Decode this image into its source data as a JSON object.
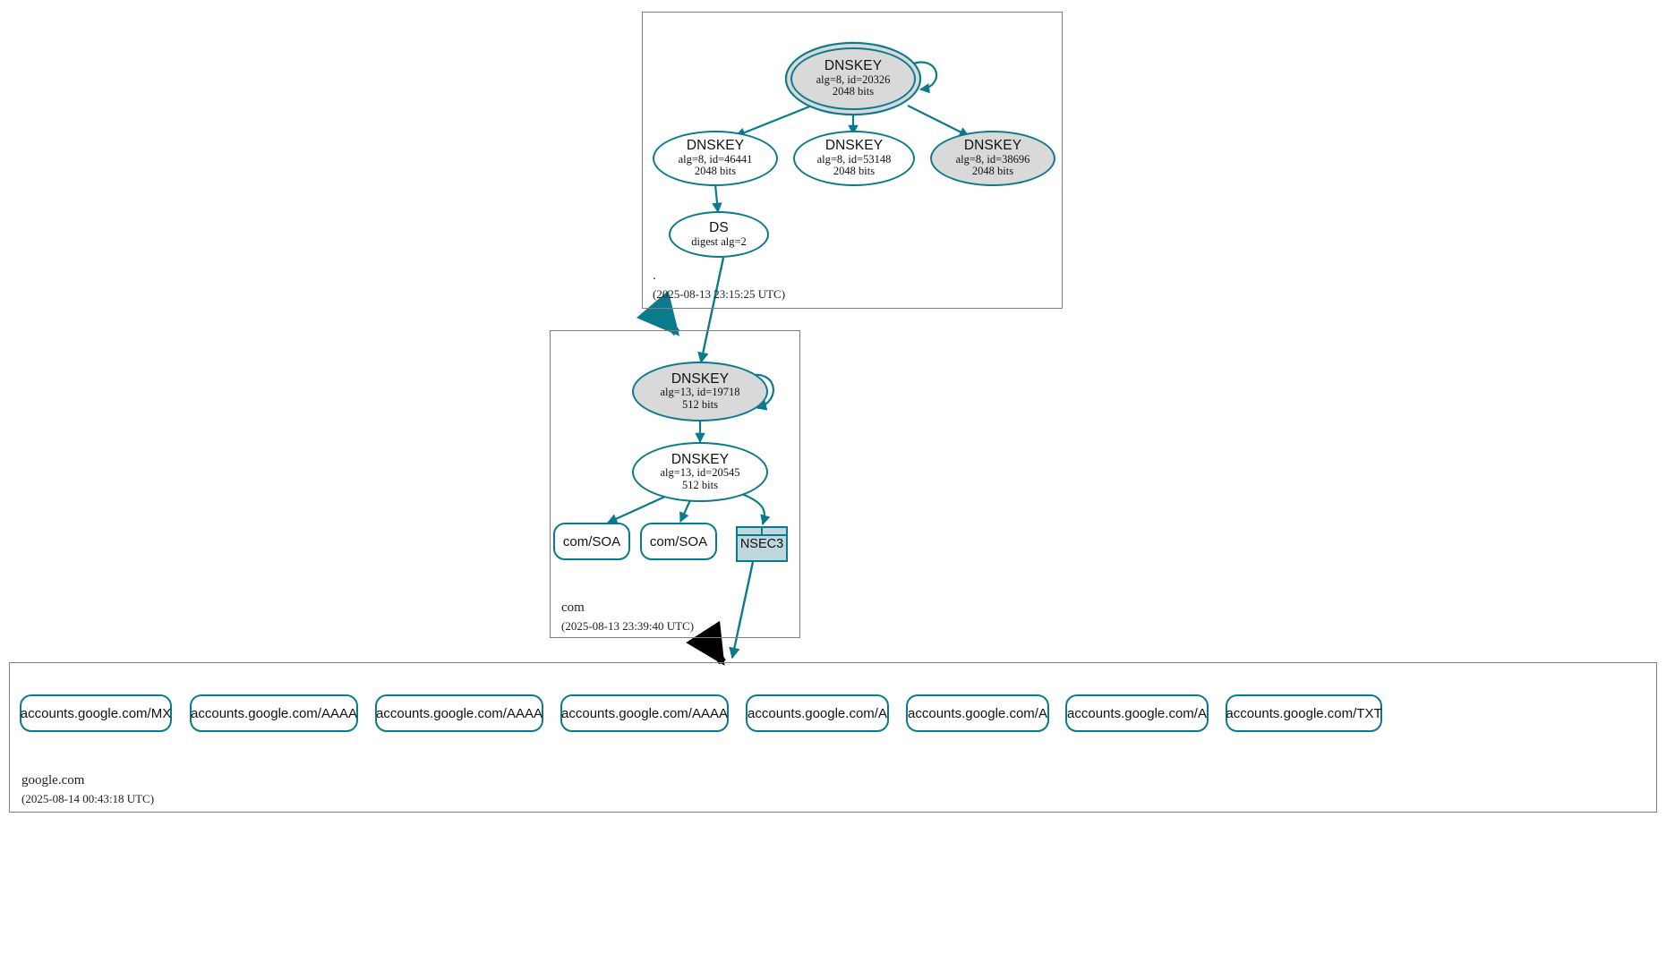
{
  "diagram": {
    "type": "dnssec-authentication-chain",
    "accent_color": "#0a7b8c",
    "fill_secure_color": "#d9d9d9",
    "nsec3_color": "#bfd8dd",
    "border_color": "#808080"
  },
  "zones": [
    {
      "id": "root",
      "name": ".",
      "timestamp": "(2025-08-13 23:15:25 UTC)"
    },
    {
      "id": "com",
      "name": "com",
      "timestamp": "(2025-08-13 23:39:40 UTC)"
    },
    {
      "id": "google",
      "name": "google.com",
      "timestamp": "(2025-08-14 00:43:18 UTC)"
    }
  ],
  "nodes": {
    "root_ksk": {
      "title": "DNSKEY",
      "line2": "alg=8, id=20326",
      "line3": "2048 bits"
    },
    "root_zsk_46441": {
      "title": "DNSKEY",
      "line2": "alg=8, id=46441",
      "line3": "2048 bits"
    },
    "root_zsk_53148": {
      "title": "DNSKEY",
      "line2": "alg=8, id=53148",
      "line3": "2048 bits"
    },
    "root_zsk_38696": {
      "title": "DNSKEY",
      "line2": "alg=8, id=38696",
      "line3": "2048 bits"
    },
    "root_ds": {
      "title": "DS",
      "line2": "digest alg=2"
    },
    "com_ksk": {
      "title": "DNSKEY",
      "line2": "alg=13, id=19718",
      "line3": "512 bits"
    },
    "com_zsk": {
      "title": "DNSKEY",
      "line2": "alg=13, id=20545",
      "line3": "512 bits"
    },
    "com_soa_1": {
      "label": "com/SOA"
    },
    "com_soa_2": {
      "label": "com/SOA"
    },
    "com_nsec3": {
      "label": "NSEC3"
    }
  },
  "leaf_rrsets": [
    {
      "label": "accounts.google.com/MX"
    },
    {
      "label": "accounts.google.com/AAAA"
    },
    {
      "label": "accounts.google.com/AAAA"
    },
    {
      "label": "accounts.google.com/AAAA"
    },
    {
      "label": "accounts.google.com/A"
    },
    {
      "label": "accounts.google.com/A"
    },
    {
      "label": "accounts.google.com/A"
    },
    {
      "label": "accounts.google.com/TXT"
    }
  ]
}
